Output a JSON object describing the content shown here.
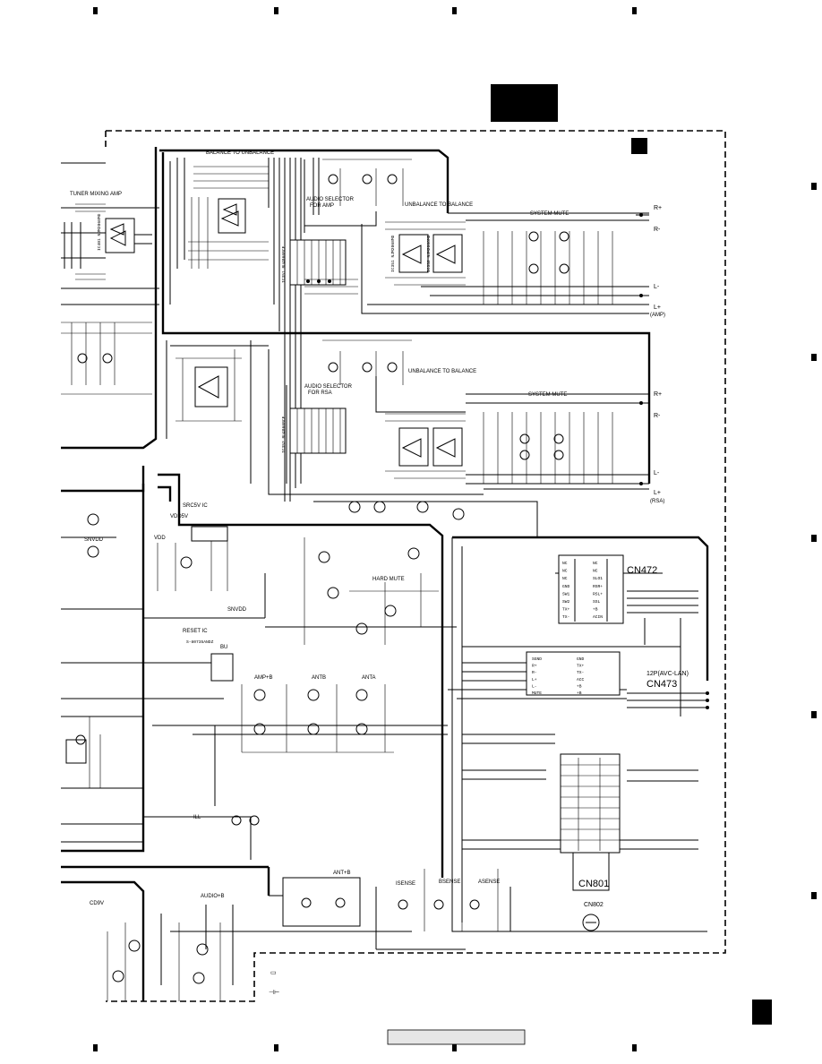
{
  "blocks": {
    "balance_to_unbalance": "BALANCE TO UNBALANCE",
    "tuner_mixing_amp": "TUNER MIXING AMP",
    "audio_selector_amp": "AUDIO SELECTOR",
    "audio_selector_amp_sub": "FOR AMP",
    "unbalance_to_balance_1": "UNBALANCE TO BALANCE",
    "system_mute_1": "SYSTEM MUTE",
    "audio_selector_rsa": "AUDIO SELECTOR",
    "audio_selector_rsa_sub": "FOR RSA",
    "unbalance_to_balance_2": "UNBALANCE TO BALANCE",
    "system_mute_2": "SYSTEM MUTE",
    "src_ic": "SRC5V IC",
    "vdd5v": "VDD5V",
    "vdd": "VDD",
    "snvdd_1": "SNVDD",
    "snvdd_2": "SNVDD",
    "hard_mute": "HARD MUTE",
    "reset_ic": "RESET IC",
    "reset_ic_part": "S-80735ANDZ",
    "bu": "BU",
    "ampb": "AMP+B",
    "antb": "ANTB",
    "anta": "ANTA",
    "antpb": "ANT+B",
    "ill": "ILL",
    "audiob": "AUDIO+B",
    "cd9v": "CD9V",
    "isense": "ISENSE",
    "bsense": "BSENSE",
    "asense": "ASENSE",
    "ic_tuner": "IC401 NJM2068MD",
    "ic_selector": "IC351 BU4066BCF",
    "ic_ub1": "IC351 NJM2068MD",
    "ic_ub2": "IC352 NJM2068MD",
    "ic_rsa": "IC352 BU4066BCF"
  },
  "outputs": {
    "r_plus": "R+",
    "r_minus": "R-",
    "l_minus": "L-",
    "l_plus": "L+",
    "amp": "(AMP)",
    "r_plus_2": "R+",
    "r_minus_2": "R-",
    "l_minus_2": "L-",
    "l_plus_2": "L+",
    "rsa": "(RSA)"
  },
  "connectors": {
    "cn472": "CN472",
    "cn473": "CN473",
    "avc_lan": "12P(AVC-LAN)",
    "cn801": "CN801",
    "cn802": "CN802",
    "cn472_pins": [
      [
        "NC",
        "NC"
      ],
      [
        "NC",
        "NC"
      ],
      [
        "NC",
        "SLO1"
      ],
      [
        "GND",
        "RSR+"
      ],
      [
        "SW1",
        "RSL+"
      ],
      [
        "SW2",
        "SSL"
      ],
      [
        "TX+",
        "+B"
      ],
      [
        "TX-",
        "ACIN"
      ]
    ],
    "cn473_pins": [
      [
        "SGND",
        "GND"
      ],
      [
        "R+",
        "TX+"
      ],
      [
        "R-",
        "TX-"
      ],
      [
        "L+",
        "ACC"
      ],
      [
        "L-",
        "+B"
      ],
      [
        "MUTE",
        "+B"
      ]
    ]
  },
  "legend": {
    "mark_1": "▭",
    "mark_2": "⊣⊢"
  }
}
